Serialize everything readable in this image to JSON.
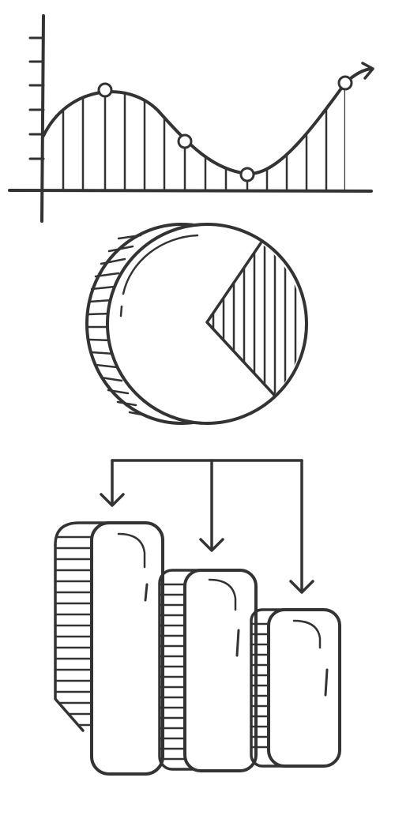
{
  "illustration": {
    "ink_color": "#333333",
    "background_color": "#ffffff",
    "panels": [
      {
        "name": "line-chart-sketch",
        "icon": "line-chart-icon",
        "markers": 4
      },
      {
        "name": "pie-coin-sketch",
        "icon": "pie-chart-icon",
        "highlighted_slice_fraction": 0.17
      },
      {
        "name": "coin-stack-bars-sketch",
        "icon": "bar-chart-icon",
        "arrows": 3,
        "bars": 3,
        "relative_heights": [
          1.0,
          0.79,
          0.66
        ]
      }
    ]
  }
}
